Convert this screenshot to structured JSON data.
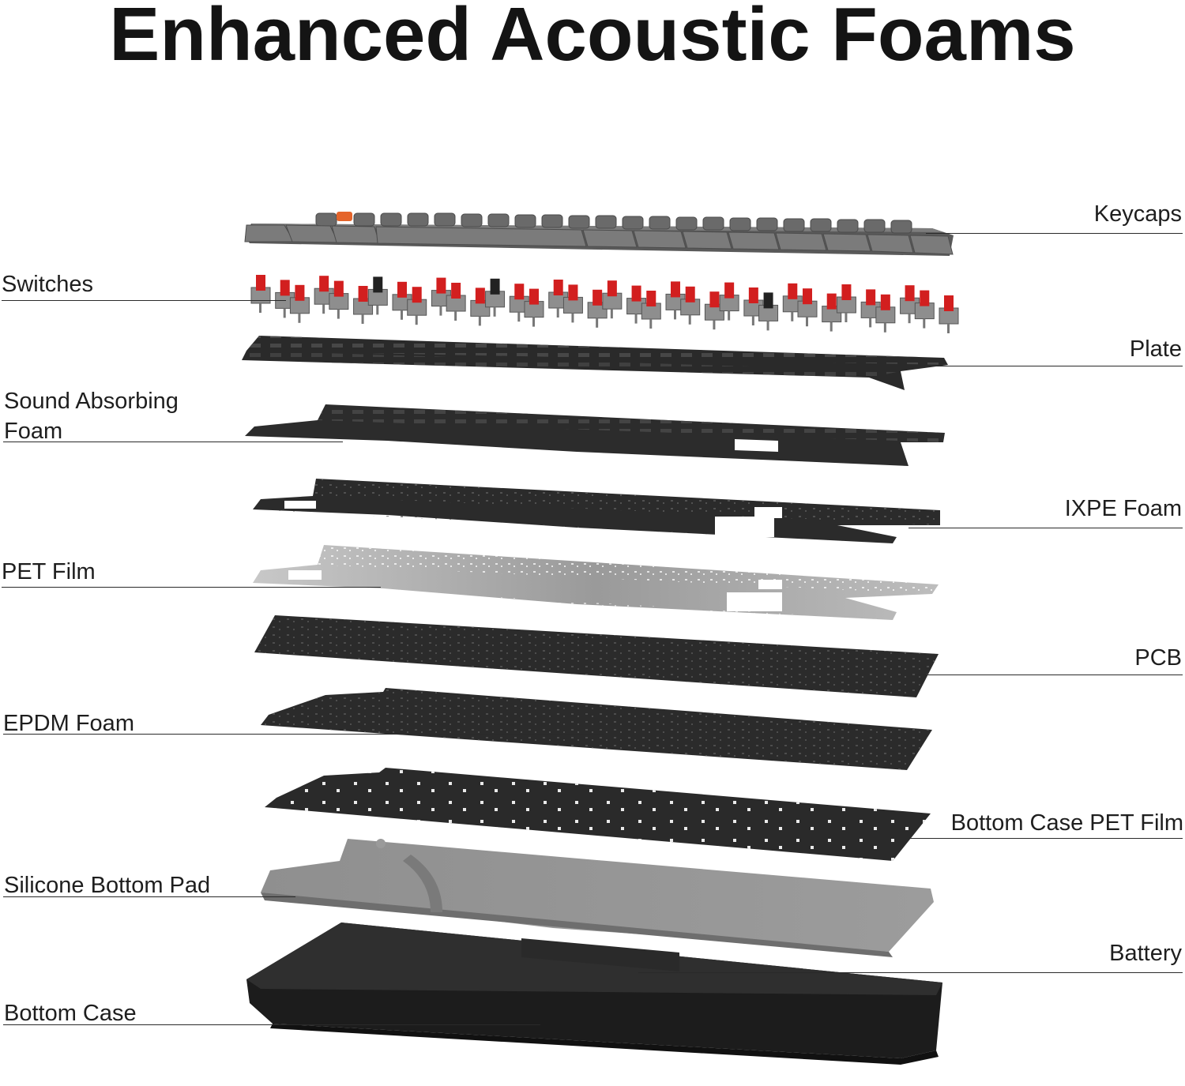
{
  "title": "Enhanced Acoustic Foams",
  "layers": {
    "keycaps": "Keycaps",
    "switches": "Switches",
    "plate": "Plate",
    "sound_absorbing_foam_line1": "Sound Absorbing",
    "sound_absorbing_foam_line2": "Foam",
    "ixpe_foam": "IXPE Foam",
    "pet_film": "PET Film",
    "pcb": "PCB",
    "epdm_foam": "EPDM Foam",
    "bottom_case_pet_film": "Bottom Case PET Film",
    "silicone_bottom_pad": "Silicone Bottom Pad",
    "battery": "Battery",
    "bottom_case": "Bottom Case"
  },
  "colors": {
    "keycap": "#6b6b6b",
    "keycap_dark": "#555555",
    "accent_key": "#e5642a",
    "switch_red": "#d21f1f",
    "switch_housing": "#8e8e8e",
    "plate": "#2a2a2a",
    "foam": "#2c2c2c",
    "pet_film": "#a9a9a9",
    "pcb": "#2b2b2b",
    "silicone_pad": "#8a8a8a",
    "bottom_case": "#1e1e1e"
  }
}
